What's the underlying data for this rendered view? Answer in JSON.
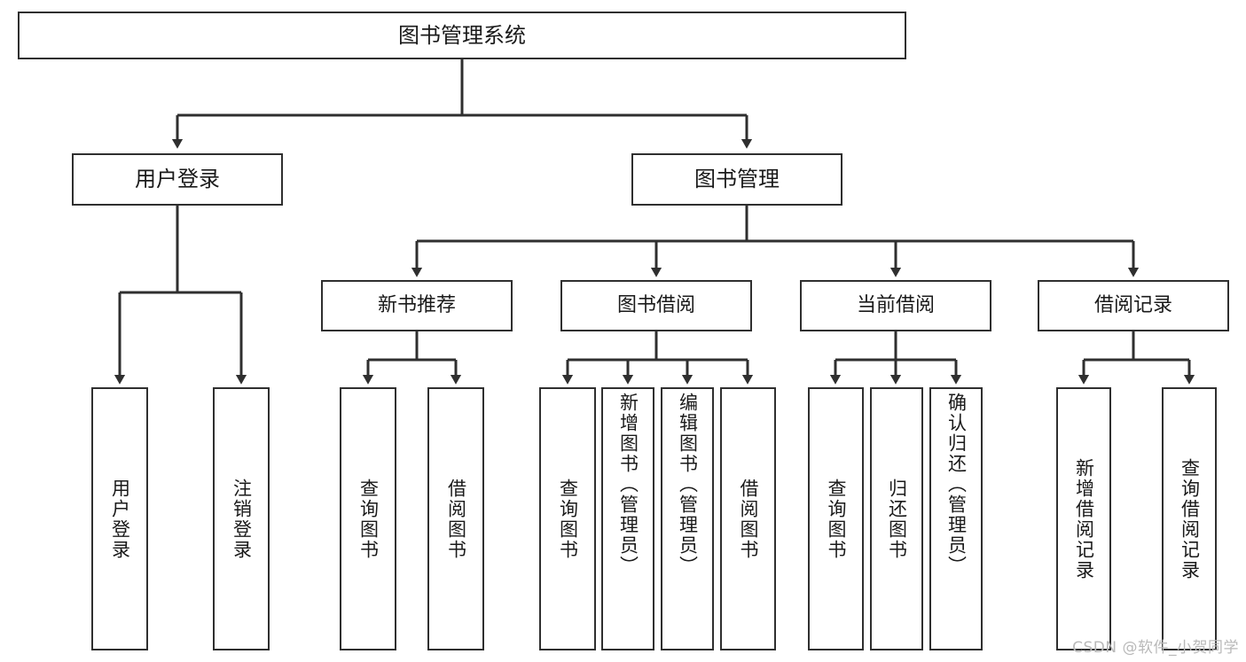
{
  "diagram": {
    "title": "图书管理系统",
    "type": "hierarchy-tree",
    "root": {
      "label": "图书管理系统"
    },
    "level1": [
      {
        "label": "用户登录"
      },
      {
        "label": "图书管理"
      }
    ],
    "level2": [
      {
        "label": "新书推荐"
      },
      {
        "label": "图书借阅"
      },
      {
        "label": "当前借阅"
      },
      {
        "label": "借阅记录"
      }
    ],
    "leaves": [
      {
        "label": "用户登录"
      },
      {
        "label": "注销登录"
      },
      {
        "label": "查询图书"
      },
      {
        "label": "借阅图书"
      },
      {
        "label": "查询图书"
      },
      {
        "label": "新增图书（管理员）"
      },
      {
        "label": "编辑图书（管理员）"
      },
      {
        "label": "借阅图书"
      },
      {
        "label": "查询图书"
      },
      {
        "label": "归还图书"
      },
      {
        "label": "确认归还（管理员）"
      },
      {
        "label": "新增借阅记录"
      },
      {
        "label": "查询借阅记录"
      }
    ]
  },
  "watermark": {
    "text": "CSDN @软件_小贺同学"
  },
  "colors": {
    "stroke": "#2f2f2f",
    "background": "#ffffff",
    "text": "#1a1a1a",
    "watermark": "#b9b9b9"
  }
}
